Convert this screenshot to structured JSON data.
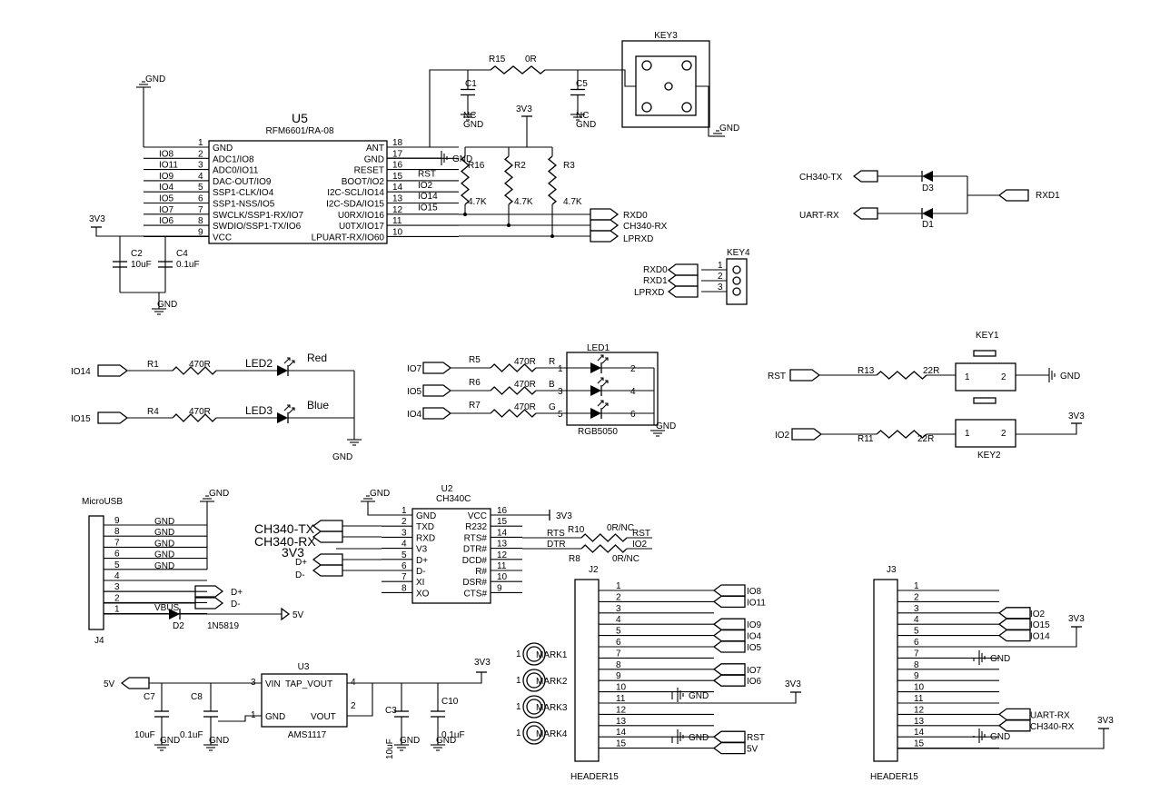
{
  "u5": {
    "ref": "U5",
    "part": "RFM6601/RA-08",
    "left_pins": [
      {
        "num": "1",
        "name": "GND",
        "net": ""
      },
      {
        "num": "2",
        "name": "ADC1/IO8",
        "net": "IO8"
      },
      {
        "num": "3",
        "name": "ADC0/IO11",
        "net": "IO11"
      },
      {
        "num": "4",
        "name": "DAC-OUT/IO9",
        "net": "IO9"
      },
      {
        "num": "5",
        "name": "SSP1-CLK/IO4",
        "net": "IO4"
      },
      {
        "num": "6",
        "name": "SSP1-NSS/IO5",
        "net": "IO5"
      },
      {
        "num": "7",
        "name": "SWCLK/SSP1-RX/IO7",
        "net": "IO7"
      },
      {
        "num": "8",
        "name": "SWDIO/SSP1-TX/IO6",
        "net": "IO6"
      },
      {
        "num": "9",
        "name": "VCC",
        "net": ""
      }
    ],
    "right_pins": [
      {
        "num": "18",
        "name": "ANT",
        "net": ""
      },
      {
        "num": "17",
        "name": "GND",
        "net": ""
      },
      {
        "num": "16",
        "name": "RESET",
        "net": "RST"
      },
      {
        "num": "15",
        "name": "BOOT/IO2",
        "net": "IO2"
      },
      {
        "num": "14",
        "name": "I2C-SCL/IO14",
        "net": "IO14"
      },
      {
        "num": "13",
        "name": "I2C-SDA/IO15",
        "net": "IO15"
      },
      {
        "num": "12",
        "name": "U0RX/IO16",
        "net": ""
      },
      {
        "num": "11",
        "name": "U0TX/IO17",
        "net": ""
      },
      {
        "num": "10",
        "name": "LPUART-RX/IO60",
        "net": ""
      }
    ]
  },
  "u2": {
    "ref": "U2",
    "part": "CH340C",
    "left_pins": [
      {
        "num": "1",
        "name": "GND"
      },
      {
        "num": "2",
        "name": "TXD"
      },
      {
        "num": "3",
        "name": "RXD"
      },
      {
        "num": "4",
        "name": "V3"
      },
      {
        "num": "5",
        "name": "D+"
      },
      {
        "num": "6",
        "name": "D-"
      },
      {
        "num": "7",
        "name": "XI"
      },
      {
        "num": "8",
        "name": "XO"
      }
    ],
    "right_pins": [
      {
        "num": "16",
        "name": "VCC"
      },
      {
        "num": "15",
        "name": "R232"
      },
      {
        "num": "14",
        "name": "RTS#"
      },
      {
        "num": "13",
        "name": "DTR#"
      },
      {
        "num": "12",
        "name": "DCD#"
      },
      {
        "num": "11",
        "name": "R#"
      },
      {
        "num": "10",
        "name": "DSR#"
      },
      {
        "num": "9",
        "name": "CTS#"
      }
    ],
    "left_nets": [
      "CH340-TX",
      "CH340-RX",
      "3V3",
      "D+",
      "D-"
    ],
    "vcc_net": "3V3",
    "rts_label": "RTS",
    "dtr_label": "DTR"
  },
  "u3": {
    "ref": "U3",
    "part": "AMS1117",
    "vin": "VIN",
    "tap": "TAP_VOUT",
    "gnd": "GND",
    "vout": "VOUT",
    "pins": [
      "1",
      "2",
      "3",
      "4"
    ]
  },
  "nets": {
    "gnd": "GND",
    "v33": "3V3",
    "v5": "5V",
    "rst": "RST",
    "rxd0": "RXD0",
    "rxd1": "RXD1",
    "lprxd": "LPRXD",
    "ch340tx": "CH340-TX",
    "ch340rx": "CH340-RX",
    "uartrx": "UART-RX",
    "io2": "IO2",
    "io4": "IO4",
    "io5": "IO5",
    "io7": "IO7",
    "io14": "IO14",
    "io15": "IO15",
    "dplus": "D+",
    "dminus": "D-",
    "vbus": "VBUS"
  },
  "parts": {
    "r15": {
      "ref": "R15",
      "val": "0R"
    },
    "c1": {
      "ref": "C1",
      "val": "NC"
    },
    "c5": {
      "ref": "C5",
      "val": "NC"
    },
    "r16": {
      "ref": "R16",
      "val": "4.7K"
    },
    "r2": {
      "ref": "R2",
      "val": "4.7K"
    },
    "r3": {
      "ref": "R3",
      "val": "4.7K"
    },
    "c2": {
      "ref": "C2",
      "val": "10uF"
    },
    "c4": {
      "ref": "C4",
      "val": "0.1uF"
    },
    "key3": {
      "ref": "KEY3"
    },
    "key4": {
      "ref": "KEY4",
      "pins": [
        "1",
        "2",
        "3"
      ]
    },
    "d3": {
      "ref": "D3"
    },
    "d1": {
      "ref": "D1"
    },
    "r1": {
      "ref": "R1",
      "val": "470R"
    },
    "r4": {
      "ref": "R4",
      "val": "470R"
    },
    "led2": {
      "ref": "LED2",
      "color": "Red"
    },
    "led3": {
      "ref": "LED3",
      "color": "Blue"
    },
    "led1": {
      "ref": "LED1",
      "part": "RGB5050",
      "pins": [
        "1",
        "2",
        "3",
        "4",
        "5",
        "6"
      ]
    },
    "r5": {
      "ref": "R5",
      "val": "470R",
      "ch": "R"
    },
    "r6": {
      "ref": "R6",
      "val": "470R",
      "ch": "B"
    },
    "r7": {
      "ref": "R7",
      "val": "470R",
      "ch": "G"
    },
    "key1": {
      "ref": "KEY1",
      "pins": [
        "1",
        "2"
      ]
    },
    "key2": {
      "ref": "KEY2",
      "pins": [
        "1",
        "2"
      ]
    },
    "r13": {
      "ref": "R13",
      "val": "22R"
    },
    "r11": {
      "ref": "R11",
      "val": "22R"
    },
    "r10": {
      "ref": "R10",
      "val": "0R/NC"
    },
    "r8": {
      "ref": "R8",
      "val": "0R/NC"
    },
    "j4": {
      "ref": "J4",
      "title": "MicroUSB",
      "pins": [
        "9",
        "8",
        "7",
        "6",
        "5",
        "4",
        "3",
        "2",
        "1"
      ]
    },
    "d2": {
      "ref": "D2",
      "part": "1N5819"
    },
    "c7": {
      "ref": "C7",
      "val": "10uF"
    },
    "c8": {
      "ref": "C8",
      "val": "0.1uF"
    },
    "c3": {
      "ref": "C3",
      "val": "10uF"
    },
    "c10": {
      "ref": "C10",
      "val": "0.1uF"
    },
    "marks": [
      "MARK1",
      "MARK2",
      "MARK3",
      "MARK4"
    ],
    "mark_pin": "1"
  },
  "j2": {
    "ref": "J2",
    "part": "HEADER15",
    "pins": [
      "1",
      "2",
      "3",
      "4",
      "5",
      "6",
      "7",
      "8",
      "9",
      "10",
      "11",
      "12",
      "13",
      "14",
      "15"
    ],
    "nets": [
      "IO8",
      "IO11",
      "",
      "IO9",
      "IO4",
      "IO5",
      "",
      "IO7",
      "IO6",
      "",
      "",
      "",
      "",
      "RST",
      "5V"
    ]
  },
  "j3": {
    "ref": "J3",
    "part": "HEADER15",
    "pins": [
      "1",
      "2",
      "3",
      "4",
      "5",
      "6",
      "7",
      "8",
      "9",
      "10",
      "11",
      "12",
      "13",
      "14",
      "15"
    ],
    "nets": [
      "",
      "",
      "IO2",
      "IO15",
      "IO14",
      "",
      "",
      "",
      "",
      "",
      "",
      "UART-RX",
      "CH340-RX",
      "",
      ""
    ]
  }
}
